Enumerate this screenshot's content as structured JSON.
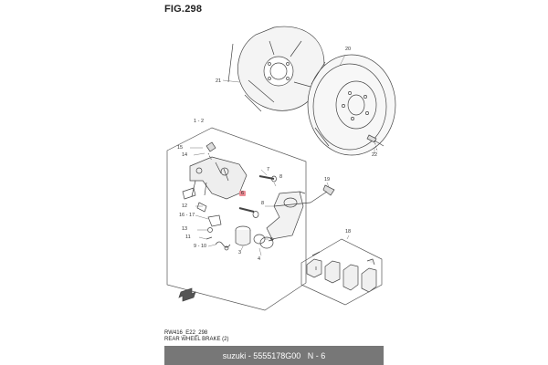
{
  "figure": {
    "title": "FIG.298",
    "caption_code": "RW416_E22_298",
    "caption_title": "REAR WHEEL BRAKE (2)"
  },
  "footer": {
    "brand": "suzuki",
    "separator": " - ",
    "part_number": "5555178G00",
    "page_code": "N - 6"
  },
  "callouts": {
    "c1_2": "1 - 2",
    "c15": "15",
    "c14": "14",
    "c7": "7",
    "c8a": "8",
    "c8b": "8",
    "c6": "6",
    "c12": "12",
    "c16_17": "16 - 17",
    "c13": "13",
    "c11": "11",
    "c9_10": "9 - 10",
    "c3": "3",
    "c5": "5",
    "c4": "4",
    "c18": "18",
    "c19": "19",
    "c20": "20",
    "c21": "21",
    "c22": "22"
  },
  "highlight_color": "#ec8c95"
}
